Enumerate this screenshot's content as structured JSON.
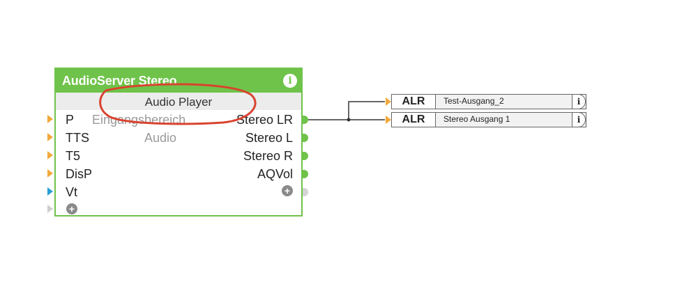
{
  "block": {
    "title": "AudioServer Stereo",
    "subtitle": "Audio Player",
    "inputs": [
      {
        "label": "P",
        "type": "orange"
      },
      {
        "label": "TTS",
        "type": "orange"
      },
      {
        "label": "T5",
        "type": "orange"
      },
      {
        "label": "DisP",
        "type": "orange"
      },
      {
        "label": "Vt",
        "type": "blue"
      }
    ],
    "middle_labels": [
      "Eingangsbereich",
      "Audio"
    ],
    "outputs": [
      "Stereo LR",
      "Stereo L",
      "Stereo R",
      "AQVol"
    ]
  },
  "alr_blocks": [
    {
      "type": "ALR",
      "name": "Test-Ausgang_2"
    },
    {
      "type": "ALR",
      "name": "Stereo Ausgang 1"
    }
  ],
  "colors": {
    "block_green": "#6fc34a",
    "annotation_red": "#d9432f",
    "input_orange": "#f2a93b",
    "input_blue": "#2a9fd6"
  },
  "icons": {
    "info": "info-icon",
    "add": "add-icon"
  }
}
